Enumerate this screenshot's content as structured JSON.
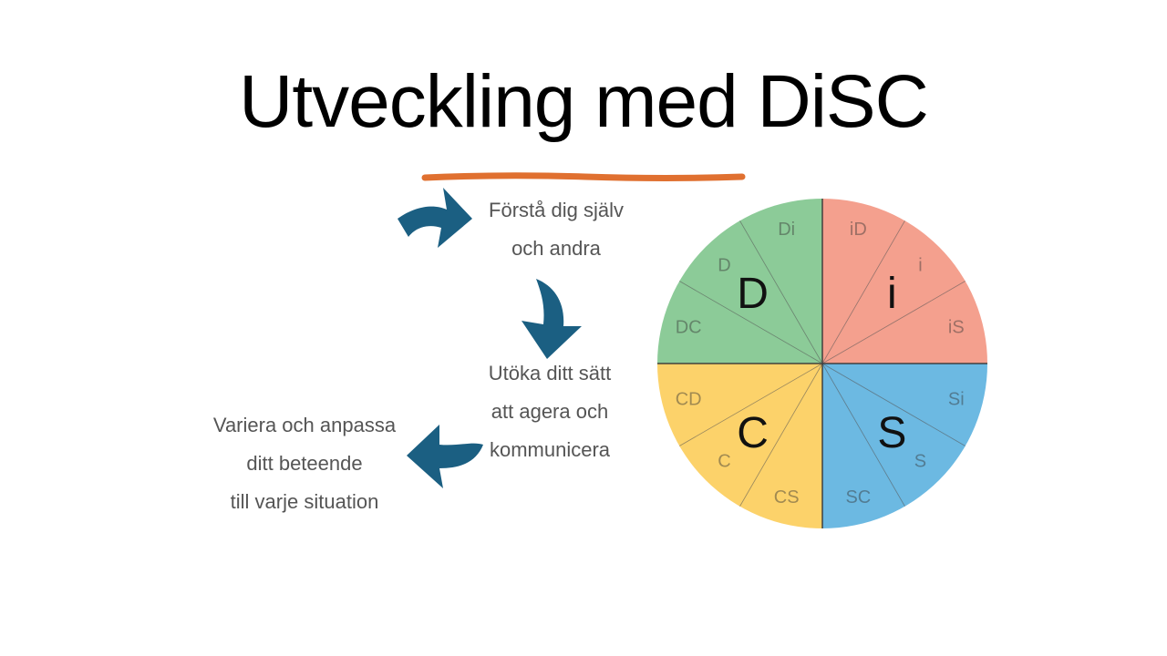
{
  "slide": {
    "title": "Utveckling med  DiSC"
  },
  "steps": [
    {
      "lines": [
        "Förstå dig själv",
        "och andra"
      ]
    },
    {
      "lines": [
        "Utöka ditt sätt",
        "att agera och",
        "kommunicera"
      ]
    },
    {
      "lines": [
        "Variera och anpassa",
        "ditt beteende",
        "till varje situation"
      ]
    }
  ],
  "colors": {
    "underline": "#E07030",
    "arrow": "#1B5F82",
    "D": "#8CCB98",
    "i": "#F4A08E",
    "S": "#6CB9E2",
    "C": "#FCD26A",
    "divider": "#555555"
  },
  "wheel": {
    "quadrants": [
      {
        "key": "D",
        "label": "D"
      },
      {
        "key": "i",
        "label": "i"
      },
      {
        "key": "S",
        "label": "S"
      },
      {
        "key": "C",
        "label": "C"
      }
    ],
    "segments": [
      "iD",
      "i",
      "iS",
      "Si",
      "S",
      "SC",
      "CS",
      "C",
      "CD",
      "DC",
      "D",
      "Di"
    ]
  }
}
